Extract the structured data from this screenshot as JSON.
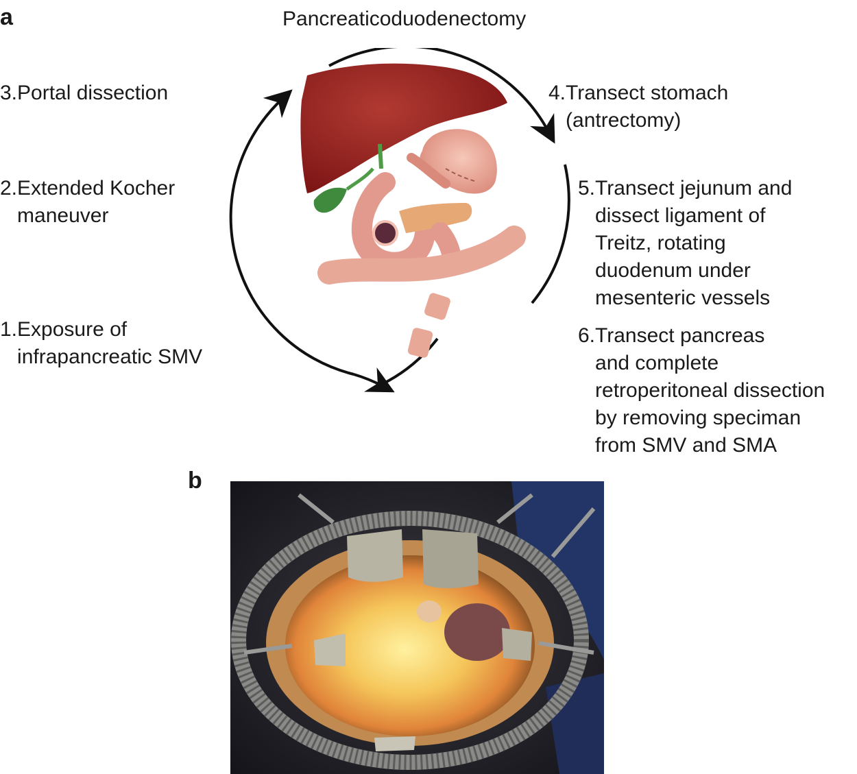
{
  "panels": {
    "a_label": "a",
    "b_label": "b"
  },
  "diagram": {
    "title": "Pancreaticoduodenectomy",
    "steps": [
      {
        "num": "1. ",
        "text": "Exposure of\ninfrapancreatic SMV"
      },
      {
        "num": "2. ",
        "text": "Extended Kocher\nmaneuver"
      },
      {
        "num": "3. ",
        "text": "Portal dissection"
      },
      {
        "num": "4. ",
        "text": "Transect stomach\n(antrectomy)"
      },
      {
        "num": "5. ",
        "text": "Transect jejunum and\ndissect ligament of\nTreitz, rotating\nduodenum under\nmesenteric vessels"
      },
      {
        "num": "6. ",
        "text": "Transect pancreas\nand complete\nretroperitoneal dissection\nby removing speciman\nfrom SMV and SMA"
      }
    ]
  },
  "colors": {
    "liver": "#8e1b1b",
    "liver_highlight": "#b13a32",
    "gallbladder": "#3f8a3c",
    "stomach": "#e8a898",
    "duodenum": "#e39a8e",
    "pancreas": "#e6a874",
    "tumor": "#5a2a3a",
    "arrow": "#111111",
    "retractor_ring": "#8a8a88",
    "drape": "#233566",
    "tissue": "#f2c25a"
  }
}
